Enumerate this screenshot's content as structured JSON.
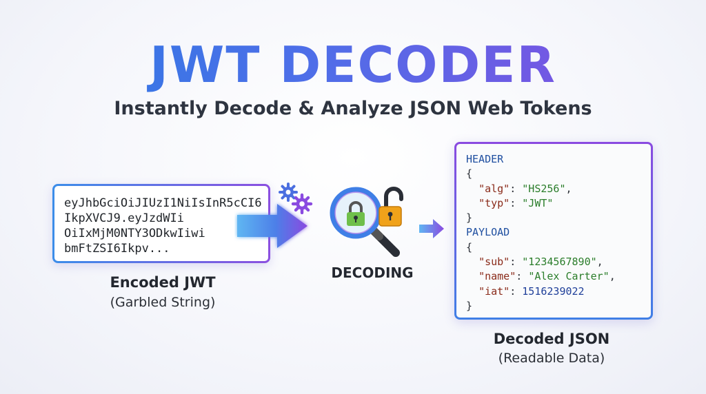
{
  "title": "JWT DECODER",
  "subtitle": "Instantly Decode & Analyze JSON Web Tokens",
  "encoded": {
    "lines": [
      "eyJhbGciOiJIUzI1NiIsInR5cCI6",
      "IkpXVCJ9.eyJzdWIi",
      "OiIxMjM0NTY3ODkwIiwi",
      "bmFtZSI6Ikpv..."
    ],
    "label": "Encoded JWT",
    "sublabel": "(Garbled String)"
  },
  "process": {
    "label": "DECODING",
    "icons": [
      "gear-icon",
      "magnifying-glass-icon",
      "locked-padlock-icon",
      "unlocked-padlock-icon",
      "arrow-right-icon"
    ]
  },
  "decoded": {
    "header_title": "HEADER",
    "open_brace": "{",
    "close_brace": "}",
    "header": [
      {
        "key": "\"alg\"",
        "value": "\"HS256\"",
        "comma": ","
      },
      {
        "key": "\"typ\"",
        "value": "\"JWT\"",
        "comma": ""
      }
    ],
    "payload_title": "PAYLOAD",
    "payload": [
      {
        "key": "\"sub\"",
        "value": "\"1234567890\"",
        "comma": ","
      },
      {
        "key": "\"name\"",
        "value": "\"Alex Carter\"",
        "comma": ","
      },
      {
        "key": "\"iat\"",
        "value": "1516239022",
        "comma": ""
      }
    ],
    "label": "Decoded JSON",
    "sublabel": "(Readable Data)"
  },
  "colors": {
    "accent_blue": "#2b7be4",
    "accent_purple": "#8a4ae0",
    "lock_green": "#6fbf4a",
    "lock_orange": "#f0a21a"
  }
}
